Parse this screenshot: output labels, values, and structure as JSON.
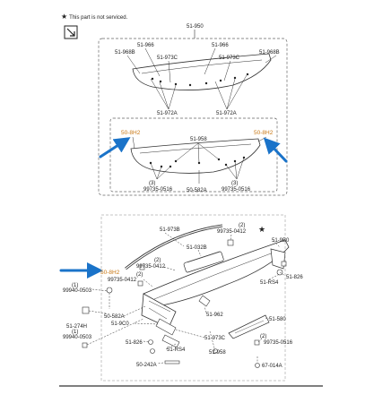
{
  "note": {
    "symbol": "★",
    "text": "This part is not serviced."
  },
  "colors": {
    "line": "#333333",
    "highlight": "#c87815",
    "arrow": "#1a73c9"
  },
  "labels": {
    "p51950": "51-950",
    "p51966_l": "51-966",
    "p51966_r": "51-966",
    "p51968b_l": "51-968B",
    "p51968b_r": "51-968B",
    "p51973c_l": "51-973C",
    "p51973c_r": "51-973C",
    "p51972a_l": "51-972A",
    "p51972a_r": "51-972A",
    "p508h2_l": "50-8H2",
    "p508h2_r": "50-8H2",
    "p51958_top": "51-958",
    "q3_l": "(3)",
    "q3_r": "(3)",
    "p99735_0516_l": "99735-0516",
    "p99735_0516_r": "99735-0516",
    "p50582a_top": "50-582A",
    "p51973b": "51-973B",
    "p99735_0412_top": "99735-0412",
    "q2_top": "(2)",
    "p519b0": "51-9B0",
    "p51032b": "51-032B",
    "q2_mid": "(2)",
    "p99735_0412_mid": "99735-0412",
    "p508h2_low": "50-8H2",
    "p99735_0412_low": "99735-0412",
    "q2_low": "(2)",
    "p51826_r": "51-826",
    "p51rs4_r": "51-RS4",
    "q1_a": "(1)",
    "p99940_0503_a": "99940-0503",
    "p51274h": "51-274H",
    "q1_b": "(1)",
    "p99940_0503_b": "99940-0503",
    "p50582a_low": "50-582A",
    "p519c0": "51-9C0",
    "p51826_low": "51-826",
    "p51973c_low": "51-973C",
    "p51rs4_low": "51-RS4",
    "p51962": "51-962",
    "p51580": "51-580",
    "q2_r": "(2)",
    "p99735_0516_low": "99735-0516",
    "p51958_low": "51-958",
    "p50242a": "50-242A",
    "p67014a": "67-014A"
  }
}
